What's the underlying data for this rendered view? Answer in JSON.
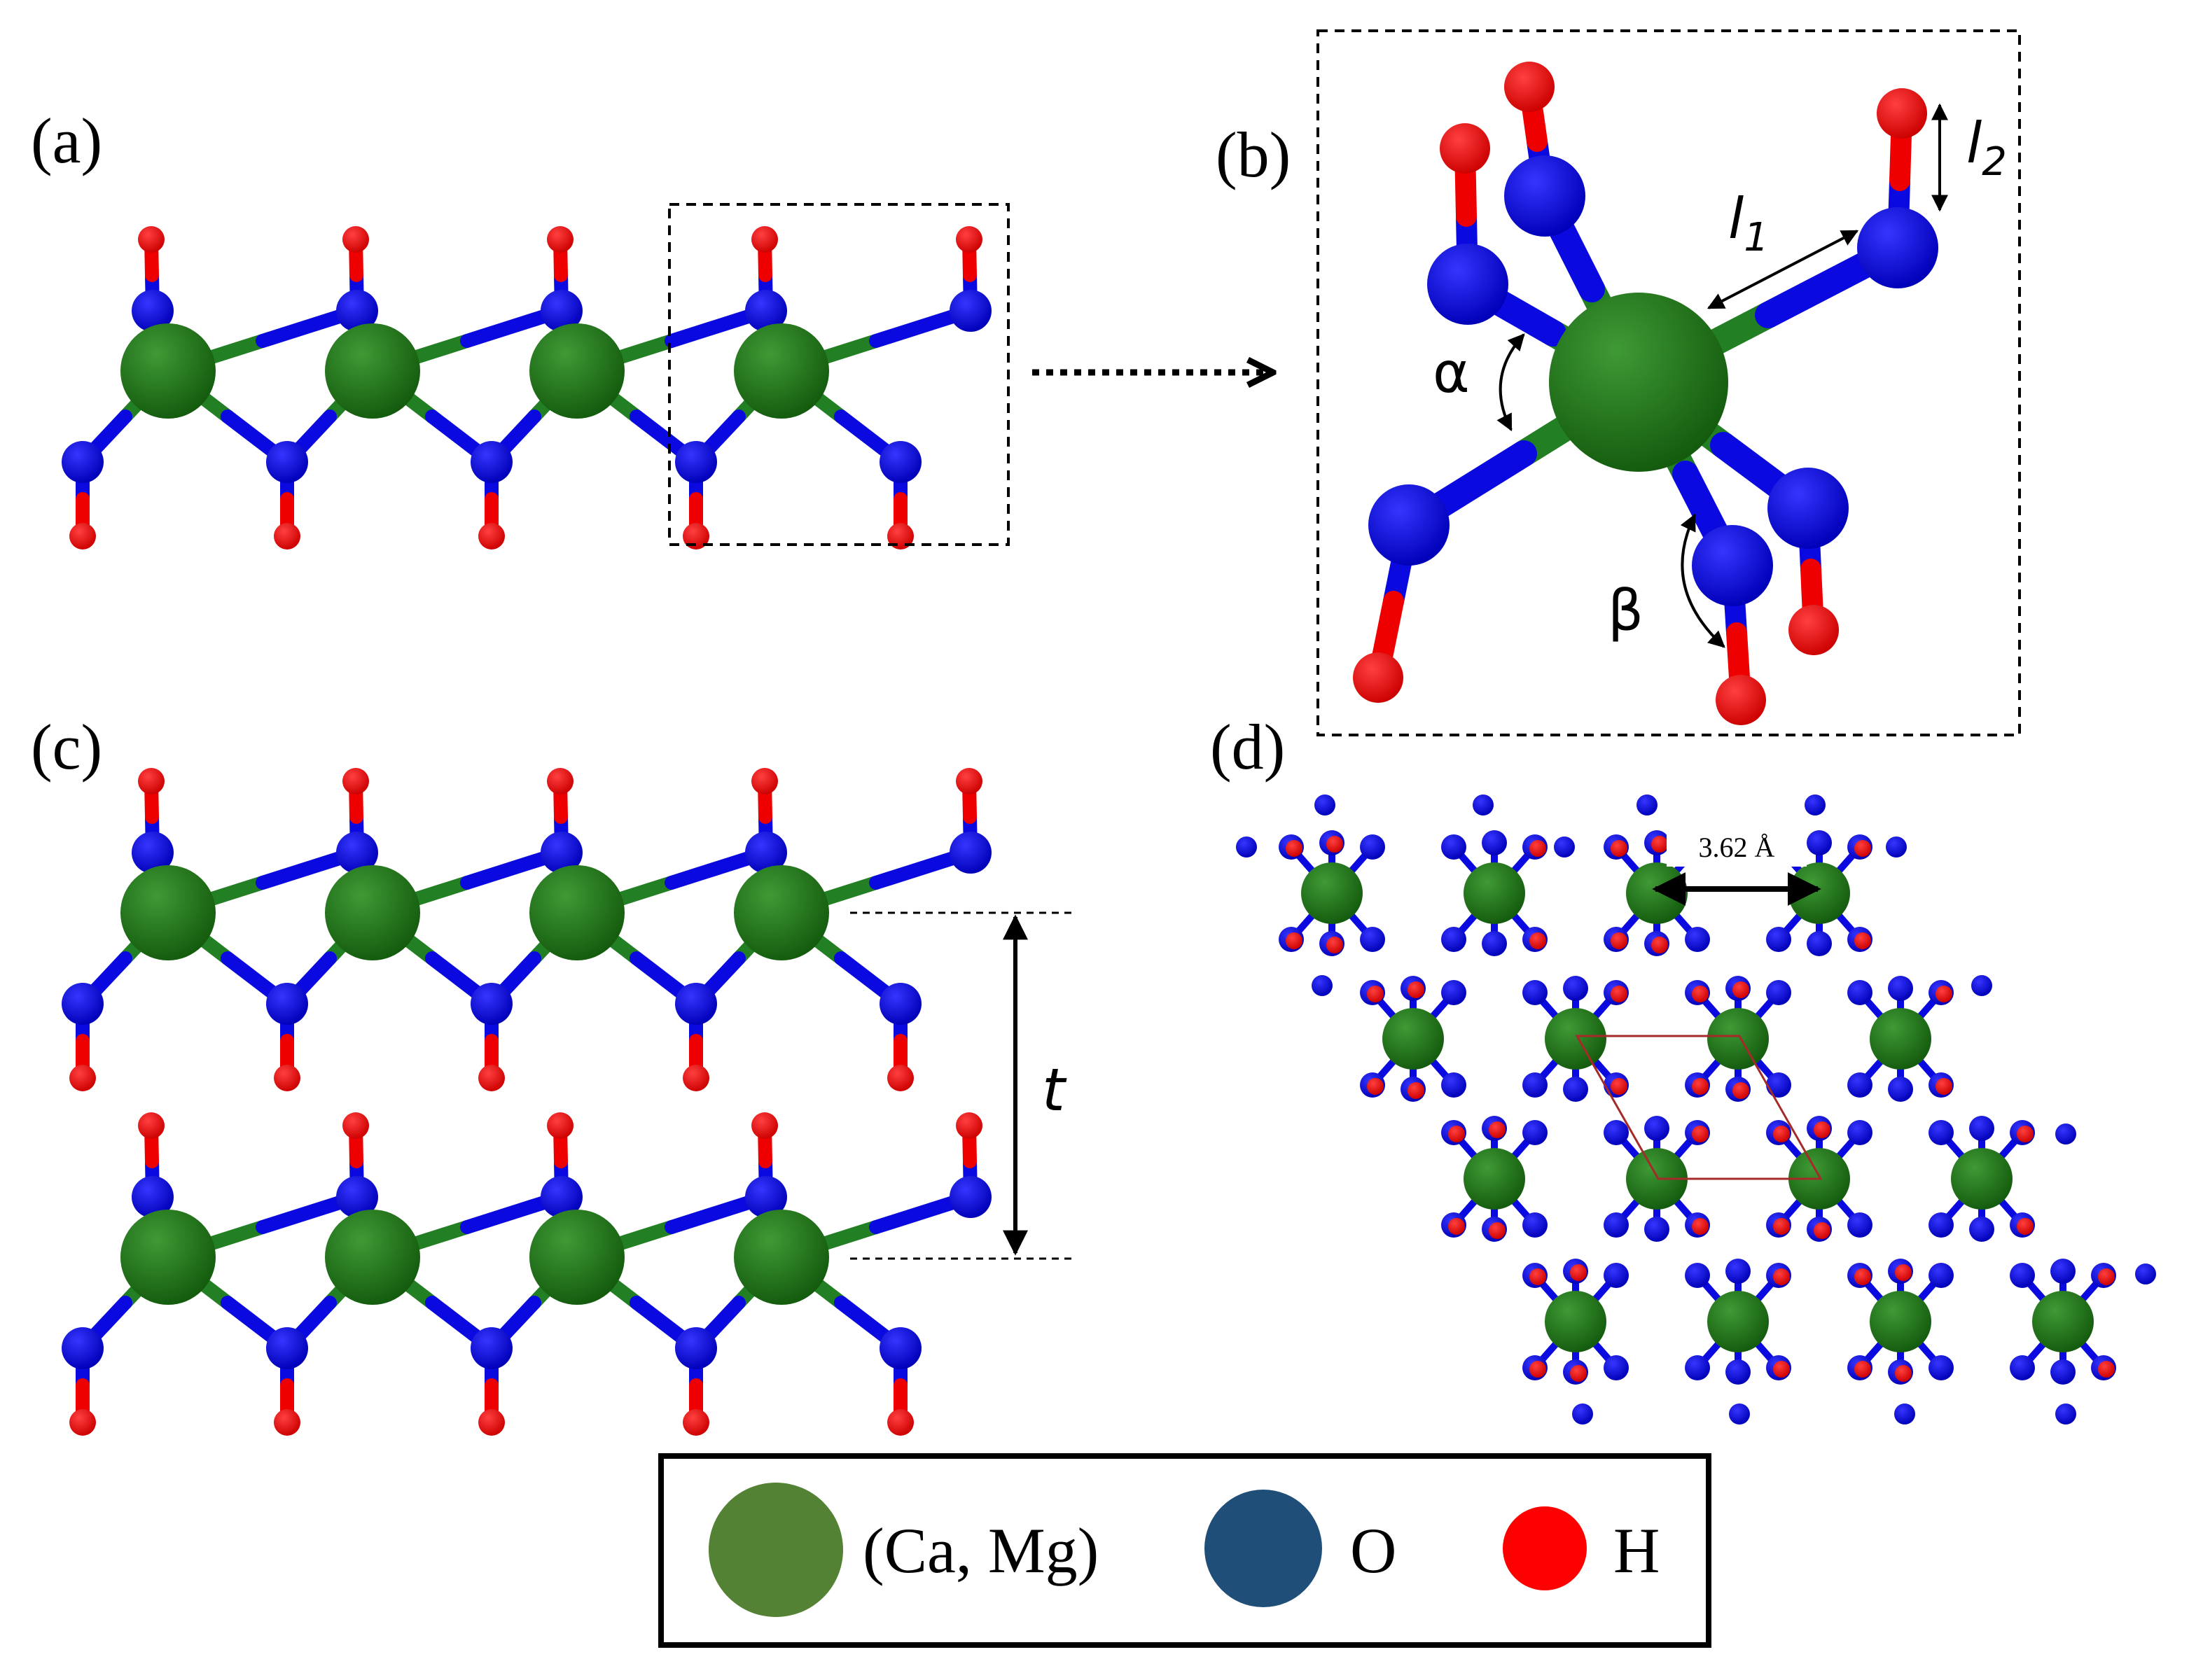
{
  "panels": {
    "a": "(a)",
    "b": "(b)",
    "c": "(c)",
    "d": "(d)"
  },
  "annotations": {
    "alpha": "α",
    "beta": "β",
    "l1": "l",
    "l1_sub": "1",
    "l2": "l",
    "l2_sub": "2",
    "thickness": "t",
    "lattice_distance": "3.62 Å"
  },
  "legend": {
    "items": [
      {
        "label": "(Ca, Mg)",
        "color": "#548235"
      },
      {
        "label": "O",
        "color": "#1f4e79"
      },
      {
        "label": "H",
        "color": "#ff0000"
      }
    ]
  },
  "colors": {
    "metal": "#1e6b14",
    "oxygen": "#0a0ae0",
    "hydrogen": "#ee0000",
    "bond_metal": "#237f23",
    "unit_cell": "#a52a2a"
  }
}
